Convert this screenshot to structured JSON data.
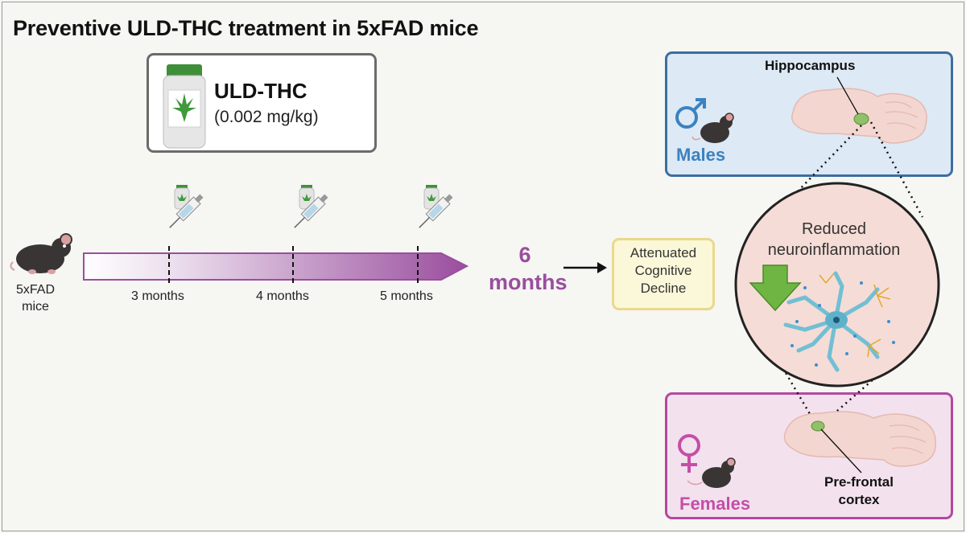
{
  "title": "Preventive ULD-THC treatment in 5xFAD mice",
  "drug": {
    "name": "ULD-THC",
    "dose": "(0.002 mg/kg)"
  },
  "subjects": {
    "label_line1": "5xFAD",
    "label_line2": "mice"
  },
  "timeline": {
    "ticks": [
      {
        "label": "3 months"
      },
      {
        "label": "4 months"
      },
      {
        "label": "5 months"
      }
    ],
    "endpoint_line1": "6",
    "endpoint_line2": "months"
  },
  "outcome": {
    "line1": "Attenuated",
    "line2": "Cognitive",
    "line3": "Decline"
  },
  "males": {
    "label": "Males",
    "region": "Hippocampus"
  },
  "females": {
    "label": "Females",
    "region_line1": "Pre-frontal",
    "region_line2": "cortex"
  },
  "effect": {
    "line1": "Reduced",
    "line2": "neuroinflammation"
  },
  "colors": {
    "timeline_purple": "#9a4e9e",
    "males_blue": "#3b82c0",
    "females_pink": "#c34fa6",
    "arrow_green": "#6fb543",
    "outcome_border": "#e9d98a"
  },
  "icons": [
    "medicine-bottle-icon",
    "syringe-icon",
    "mouse-icon",
    "male-symbol-icon",
    "female-symbol-icon",
    "brain-icon",
    "microglia-cell-icon",
    "down-arrow-icon"
  ]
}
